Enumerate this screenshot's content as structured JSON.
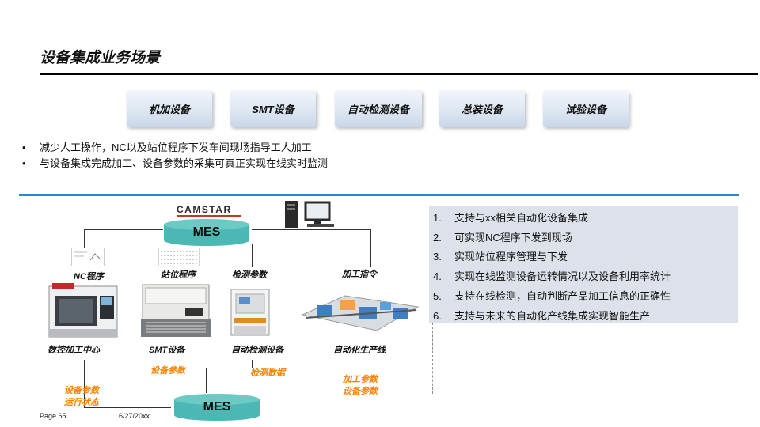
{
  "slide": {
    "title": "设备集成业务场景",
    "page": "Page 65",
    "date": "6/27/20xx"
  },
  "categories": [
    "机加设备",
    "SMT设备",
    "自动检测设备",
    "总装设备",
    "试验设备"
  ],
  "bullets": [
    "减少人工操作，NC以及站位程序下发车间现场指导工人加工",
    "与设备集成完成加工、设备参数的采集可真正实现在线实时监测"
  ],
  "bullet_marker": "•",
  "features": [
    {
      "num": "1.",
      "text": "支持与xx相关自动化设备集成"
    },
    {
      "num": "2.",
      "text": "可实现NC程序下发到现场"
    },
    {
      "num": "3.",
      "text": "实现站位程序管理与下发"
    },
    {
      "num": "4.",
      "text": "实现在线监测设备运转情况以及设备利用率统计"
    },
    {
      "num": "5.",
      "text": "支持在线检测，自动判断产品加工信息的正确性"
    },
    {
      "num": "6.",
      "text": "支持与未来的自动化产线集成实现智能生产"
    }
  ],
  "diagram": {
    "brand": "CAMSTAR",
    "mes_top": "MES",
    "mes_bottom": "MES",
    "upper_labels": {
      "nc_program": "NC程序",
      "station_program": "站位程序",
      "inspection_params": "检测参数",
      "process_command": "加工指令"
    },
    "equipment": {
      "cnc": "数控加工中心",
      "smt": "SMT设备",
      "aoi": "自动检测设备",
      "line": "自动化生产线"
    },
    "lower_labels": {
      "cnc_data": [
        "设备参数",
        "运行状态"
      ],
      "smt_data": "设备参数",
      "aoi_data": "检测数据",
      "line_data": [
        "加工参数",
        "设备参数"
      ]
    },
    "colors": {
      "mes_fill": "#4db8b3",
      "annotation": "#ff8000",
      "accent_rule": "#2f86c8",
      "feature_panel": "#dde2ea"
    }
  }
}
